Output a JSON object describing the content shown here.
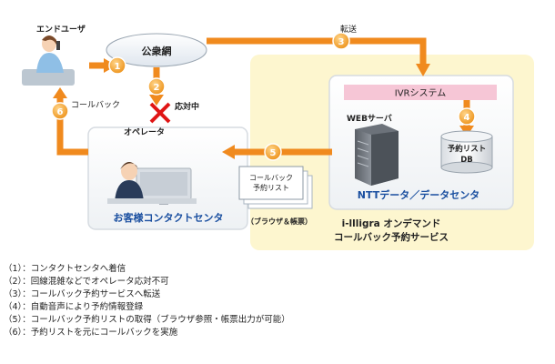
{
  "nodes": {
    "end_user": "エンドユーザ",
    "public_network": "公衆網",
    "operator": "オペレータ",
    "busy": "応対中",
    "contact_center": "お客様コンタクトセンタ",
    "ivr": "IVRシステム",
    "web_server": "WEBサーバ",
    "db_line1": "予約リスト",
    "db_line2": "DB",
    "ntt": "NTTデータ／データセンタ",
    "callback_list_line1": "コールバック",
    "callback_list_line2": "予約リスト",
    "browser_forms": "（ブラウザ＆帳票）",
    "service_line1": "i-llligra オンデマンド",
    "service_line2": "コールバック予約サービス"
  },
  "edge_labels": {
    "transfer": "転送",
    "callback": "コールバック"
  },
  "steps": [
    "1",
    "2",
    "3",
    "4",
    "5",
    "6"
  ],
  "legend": [
    "（1）：コンタクトセンタへ着信",
    "（2）：回線混雑などでオペレータ応対不可",
    "（3）：コールバック予約サービスへ転送",
    "（4）：自動音声により予約情報登録",
    "（5）：コールバック予約リストの取得（ブラウザ参照・帳票出力が可能）",
    "（6）：予約リストを元にコールバックを実施"
  ],
  "colors": {
    "arrow": "#f08a1e",
    "step_circle": "#f0a028",
    "service_bg": "#fdf6cf",
    "ivr_bar": "#f6c6d6",
    "cross": "#e01515",
    "ntt_text": "#1a4fa0",
    "contact_text": "#1a4fa0"
  }
}
